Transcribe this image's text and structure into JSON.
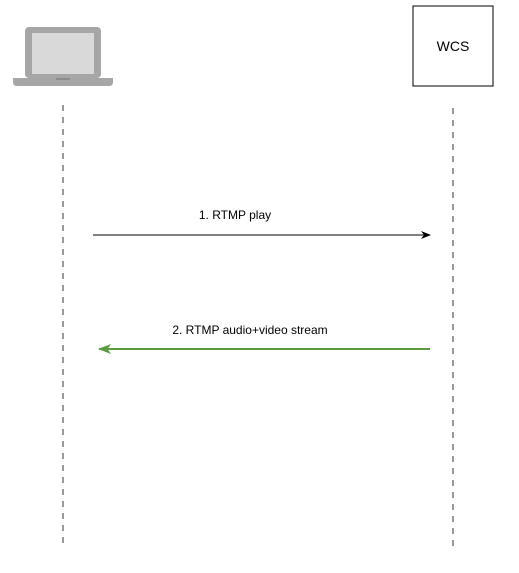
{
  "participants": {
    "client": {
      "icon": "laptop-icon"
    },
    "server": {
      "label": "WCS"
    }
  },
  "messages": [
    {
      "label": "1. RTMP play",
      "direction": "client-to-server",
      "color": "#000000"
    },
    {
      "label": "2. RTMP audio+video stream",
      "direction": "server-to-client",
      "color": "#5a9c3e"
    }
  ],
  "colors": {
    "lifeline": "#555555",
    "laptop": "#a6a6a6",
    "laptop_screen": "#d9d9d9",
    "box_border": "#000000"
  }
}
